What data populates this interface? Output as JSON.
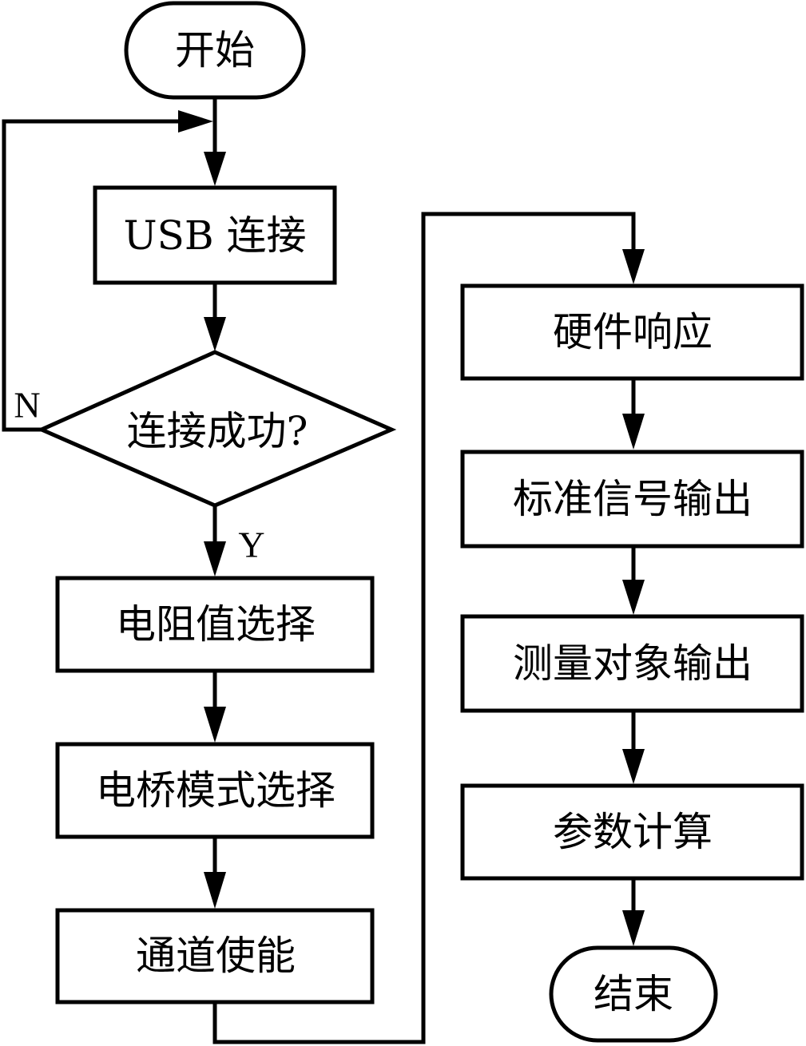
{
  "diagram": {
    "type": "flowchart",
    "nodes": {
      "start": {
        "label": "开始",
        "shape": "terminal"
      },
      "usb_connect": {
        "label": "USB 连接",
        "shape": "process"
      },
      "connected_decision": {
        "label": "连接成功?",
        "shape": "decision"
      },
      "resistance_select": {
        "label": "电阻值选择",
        "shape": "process"
      },
      "bridge_mode_select": {
        "label": "电桥模式选择",
        "shape": "process"
      },
      "channel_enable": {
        "label": "通道使能",
        "shape": "process"
      },
      "hardware_response": {
        "label": "硬件响应",
        "shape": "process"
      },
      "standard_signal_output": {
        "label": "标准信号输出",
        "shape": "process"
      },
      "measured_object_output": {
        "label": "测量对象输出",
        "shape": "process"
      },
      "parameter_calc": {
        "label": "参数计算",
        "shape": "process"
      },
      "end": {
        "label": "结束",
        "shape": "terminal"
      }
    },
    "edge_labels": {
      "no": "N",
      "yes": "Y"
    },
    "edges": [
      {
        "from": "start",
        "to": "usb_connect"
      },
      {
        "from": "usb_connect",
        "to": "connected_decision"
      },
      {
        "from": "connected_decision",
        "to": "usb_connect",
        "label": "N"
      },
      {
        "from": "connected_decision",
        "to": "resistance_select",
        "label": "Y"
      },
      {
        "from": "resistance_select",
        "to": "bridge_mode_select"
      },
      {
        "from": "bridge_mode_select",
        "to": "channel_enable"
      },
      {
        "from": "channel_enable",
        "to": "hardware_response"
      },
      {
        "from": "hardware_response",
        "to": "standard_signal_output"
      },
      {
        "from": "standard_signal_output",
        "to": "measured_object_output"
      },
      {
        "from": "measured_object_output",
        "to": "parameter_calc"
      },
      {
        "from": "parameter_calc",
        "to": "end"
      }
    ]
  }
}
